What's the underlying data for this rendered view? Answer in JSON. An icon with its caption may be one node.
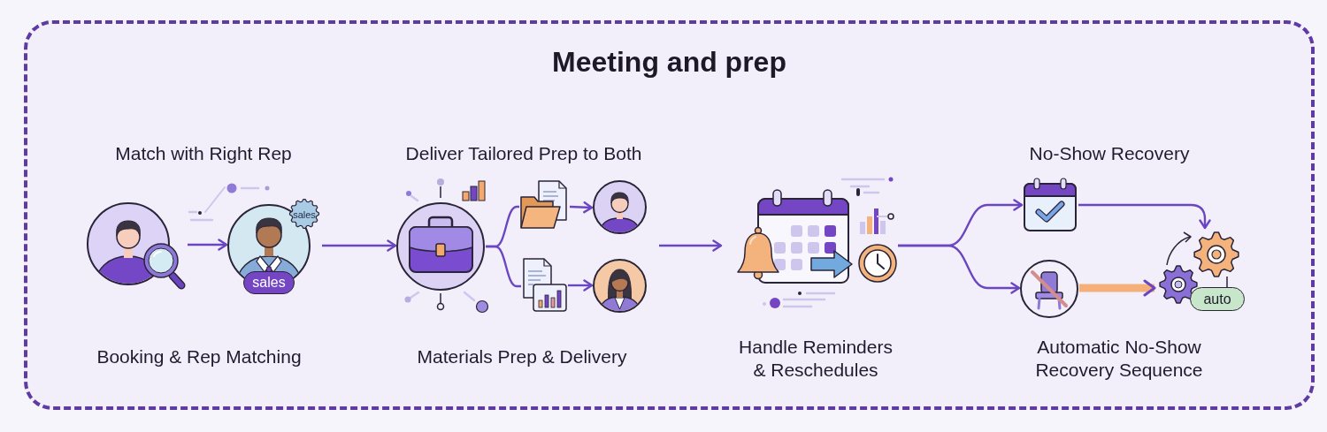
{
  "diagram": {
    "nodes": [
      {
        "text": [
          "Meeting and prep"
        ]
      },
      {
        "text": [],
        "shape": "picture",
        "in": 0
      },
      {
        "text": [
          "sales",
          "sales"
        ],
        "in": 0
      },
      {
        "text": [],
        "shape": "picture",
        "in": 0
      },
      {
        "text": [],
        "shape": "picture",
        "in": 0
      },
      {
        "text": [],
        "shape": "picture",
        "in": 0
      },
      {
        "text": [],
        "shape": "picture",
        "in": 0
      },
      {
        "text": [],
        "shape": "picture",
        "in": 0
      },
      {
        "text": [],
        "shape": "picture",
        "in": 0
      },
      {
        "text": [],
        "shape": "picture",
        "in": 0
      },
      {
        "text": [],
        "shape": "picture",
        "in": 0
      },
      {
        "text": [
          "auto"
        ],
        "in": 0
      }
    ],
    "edges": [
      {
        "from": 1,
        "to": 2,
        "arrow": "to"
      },
      {
        "from": 2,
        "to": 3,
        "arrow": "to"
      },
      {
        "from": 3,
        "to": 4,
        "arrow": "none"
      },
      {
        "from": 3,
        "to": 5,
        "arrow": "none"
      },
      {
        "from": 4,
        "to": 6,
        "arrow": "to"
      },
      {
        "from": 5,
        "to": 7,
        "arrow": "to"
      },
      {
        "from": null,
        "to": 8,
        "arrow": "to"
      },
      {
        "from": 8,
        "to": 9,
        "arrow": "to"
      },
      {
        "from": 8,
        "to": 10,
        "arrow": "to"
      },
      {
        "from": 9,
        "to": 11,
        "arrow": "to"
      },
      {
        "from": 10,
        "to": 11,
        "arrow": "to",
        "style": "thick",
        "color": "#f5b07a"
      }
    ],
    "labels": [
      "Match with Right Rep",
      "Deliver Tailored Prep to Both",
      "No-Show Recovery",
      "Booking & Rep Matching",
      "Materials Prep & Delivery",
      "Handle Reminders & Reschedules",
      "Automatic No-Show Recovery Sequence"
    ]
  }
}
